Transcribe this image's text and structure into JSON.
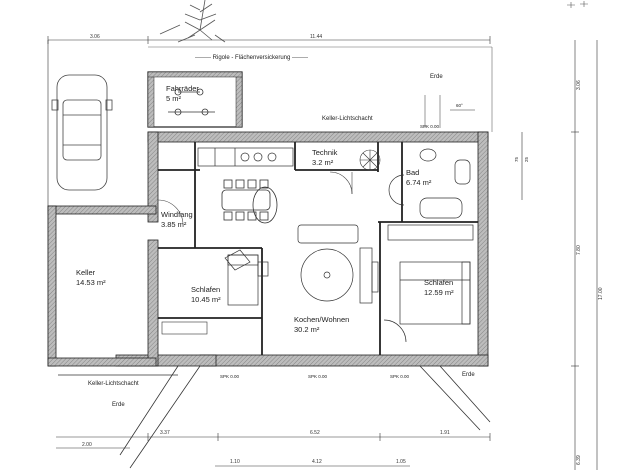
{
  "rooms": {
    "fahrrader": {
      "name": "Fahrräder",
      "area": "5 m²"
    },
    "technik": {
      "name": "Technik",
      "area": "3.2 m²"
    },
    "bad": {
      "name": "Bad",
      "area": "6.74 m²"
    },
    "windfang": {
      "name": "Windfang",
      "area": "3.85 m²"
    },
    "keller": {
      "name": "Keller",
      "area": "14.53 m²"
    },
    "schlafen_left": {
      "name": "Schlafen",
      "area": "10.45 m²"
    },
    "kochen": {
      "name": "Kochen/Wohnen",
      "area": "30.2 m²"
    },
    "schlafen_right": {
      "name": "Schlafen",
      "area": "12.59 m²"
    }
  },
  "labels": {
    "rigole": "-------- Rigole - Flächenversickerung --------",
    "erde_top": "Erde",
    "erde_right": "Erde",
    "erde_left": "Erde",
    "keller_lichtschacht_top": "Keller-Lichtschacht",
    "keller_lichtschacht_bottom": "Keller-Lichtschacht",
    "spk_top": "SPK 0.00",
    "spk_b1": "SPK 0.00",
    "spk_b2": "SPK 0.00",
    "spk_b3": "SPK 0.00"
  },
  "dimensions": {
    "top_left": "3.06",
    "top_right": "11.44",
    "right_1": "3.06",
    "right_2": "7.80",
    "right_3": "17.00",
    "right_4": "6.39",
    "bottom_1": "3.37",
    "bottom_2": "6.52",
    "bottom_3": "1.91",
    "bottom_left": "2.00",
    "bottom_b1": "1.10",
    "bottom_b2": "4.12",
    "bottom_b3": "1.05",
    "small_1": "60°",
    "small_2": "75",
    "small_3": "25"
  }
}
